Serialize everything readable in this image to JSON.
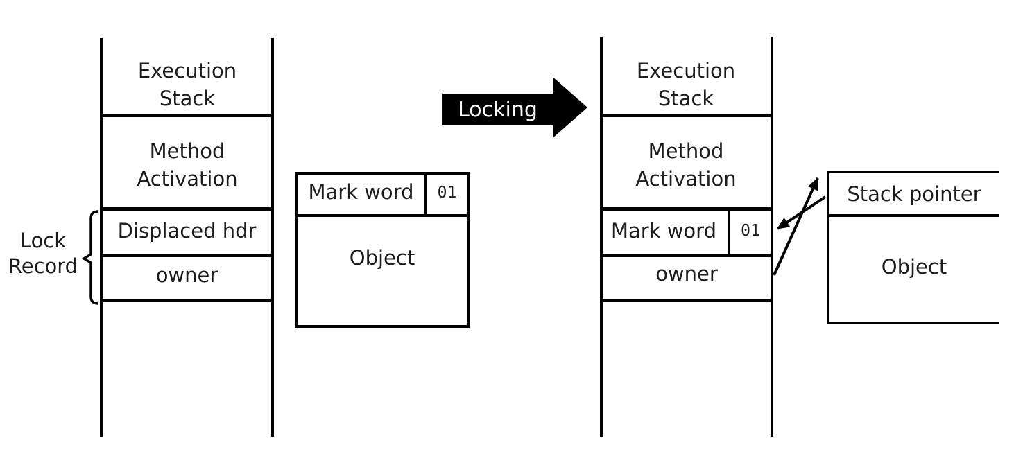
{
  "colors": {
    "stroke": "#000000",
    "text": "#1c1c1c",
    "arrow_fill": "#000000",
    "arrow_label_text": "#ffffff",
    "background": "#ffffff"
  },
  "left_stack": {
    "title": "Execution Stack",
    "method_activation": "Method Activation",
    "displaced_hdr": "Displaced hdr",
    "owner": "owner"
  },
  "lock_record": {
    "label": "Lock Record"
  },
  "left_object": {
    "mark_word": "Mark word",
    "tag_bits": "01",
    "label": "Object"
  },
  "transition": {
    "label": "Locking"
  },
  "right_stack": {
    "title": "Execution Stack",
    "method_activation": "Method Activation",
    "mark_word": "Mark word",
    "tag_bits": "01",
    "owner": "owner"
  },
  "right_object": {
    "header": "Stack pointer",
    "label": "Object"
  }
}
